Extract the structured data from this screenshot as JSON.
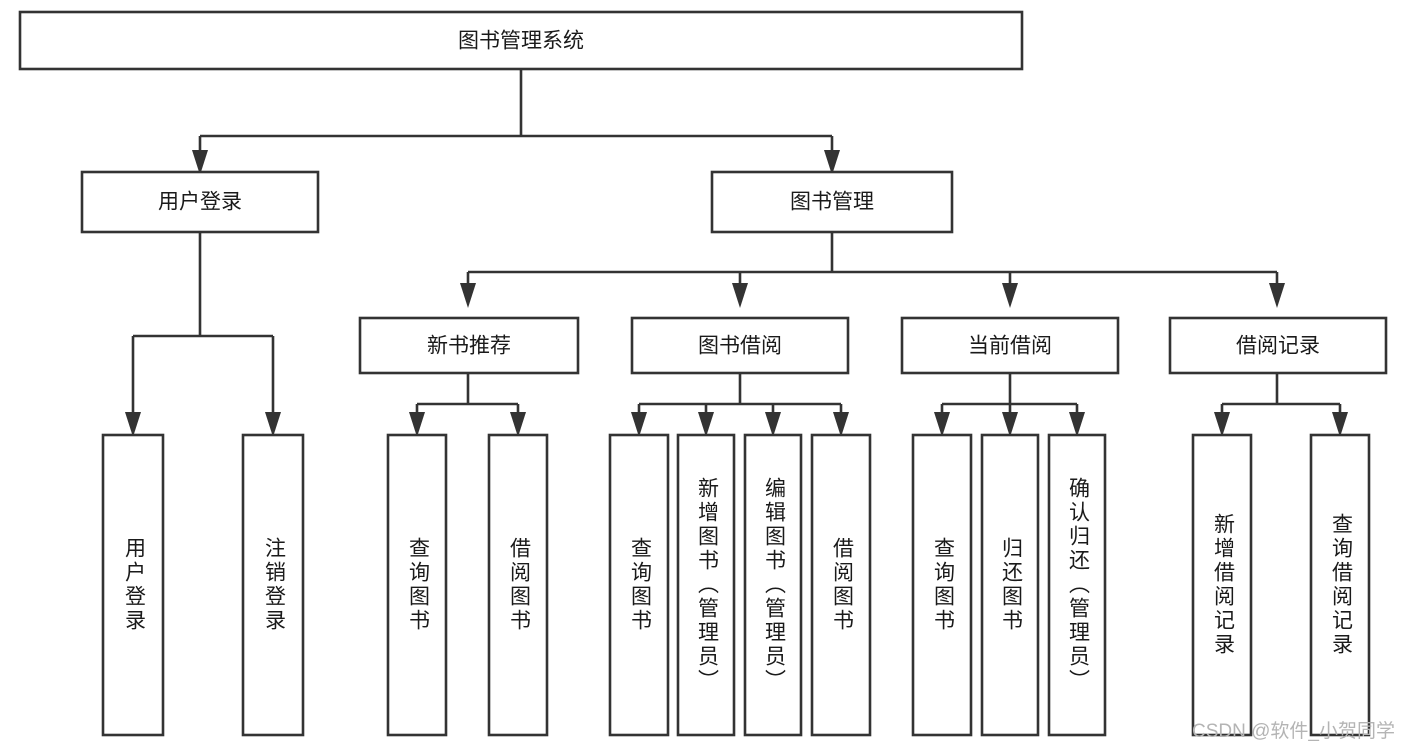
{
  "diagram": {
    "type": "hierarchy-tree",
    "title": "图书管理系统",
    "watermark": "CSDN @软件_小贺同学",
    "colors": {
      "stroke": "#333333",
      "box_fill": "#ffffff",
      "text": "#1a1a1a",
      "background": "#ffffff",
      "watermark": "#b4b4b4"
    },
    "levels": [
      {
        "level": 1,
        "nodes": [
          {
            "id": "root",
            "label": "图书管理系统",
            "orientation": "horizontal"
          }
        ]
      },
      {
        "level": 2,
        "nodes": [
          {
            "id": "user-login",
            "label": "用户登录",
            "orientation": "horizontal",
            "parent": "root"
          },
          {
            "id": "book-manage",
            "label": "图书管理",
            "orientation": "horizontal",
            "parent": "root"
          }
        ]
      },
      {
        "level": 3,
        "nodes": [
          {
            "id": "new-book-rec",
            "label": "新书推荐",
            "orientation": "horizontal",
            "parent": "book-manage"
          },
          {
            "id": "book-borrow",
            "label": "图书借阅",
            "orientation": "horizontal",
            "parent": "book-manage"
          },
          {
            "id": "current-borrow",
            "label": "当前借阅",
            "orientation": "horizontal",
            "parent": "book-manage"
          },
          {
            "id": "borrow-record",
            "label": "借阅记录",
            "orientation": "horizontal",
            "parent": "book-manage"
          }
        ]
      },
      {
        "level": 4,
        "nodes": [
          {
            "id": "leaf-1",
            "label": "用户登录",
            "orientation": "vertical",
            "parent": "user-login"
          },
          {
            "id": "leaf-2",
            "label": "注销登录",
            "orientation": "vertical",
            "parent": "user-login"
          },
          {
            "id": "leaf-3",
            "label": "查询图书",
            "orientation": "vertical",
            "parent": "new-book-rec"
          },
          {
            "id": "leaf-4",
            "label": "借阅图书",
            "orientation": "vertical",
            "parent": "new-book-rec"
          },
          {
            "id": "leaf-5",
            "label": "查询图书",
            "orientation": "vertical",
            "parent": "book-borrow"
          },
          {
            "id": "leaf-6",
            "label": "新增图书（管理员）",
            "orientation": "vertical",
            "parent": "book-borrow"
          },
          {
            "id": "leaf-7",
            "label": "编辑图书（管理员）",
            "orientation": "vertical",
            "parent": "book-borrow"
          },
          {
            "id": "leaf-8",
            "label": "借阅图书",
            "orientation": "vertical",
            "parent": "book-borrow"
          },
          {
            "id": "leaf-9",
            "label": "查询图书",
            "orientation": "vertical",
            "parent": "current-borrow"
          },
          {
            "id": "leaf-10",
            "label": "归还图书",
            "orientation": "vertical",
            "parent": "current-borrow"
          },
          {
            "id": "leaf-11",
            "label": "确认归还（管理员）",
            "orientation": "vertical",
            "parent": "current-borrow"
          },
          {
            "id": "leaf-12",
            "label": "新增借阅记录",
            "orientation": "vertical",
            "parent": "borrow-record"
          },
          {
            "id": "leaf-13",
            "label": "查询借阅记录",
            "orientation": "vertical",
            "parent": "borrow-record"
          }
        ]
      }
    ]
  }
}
